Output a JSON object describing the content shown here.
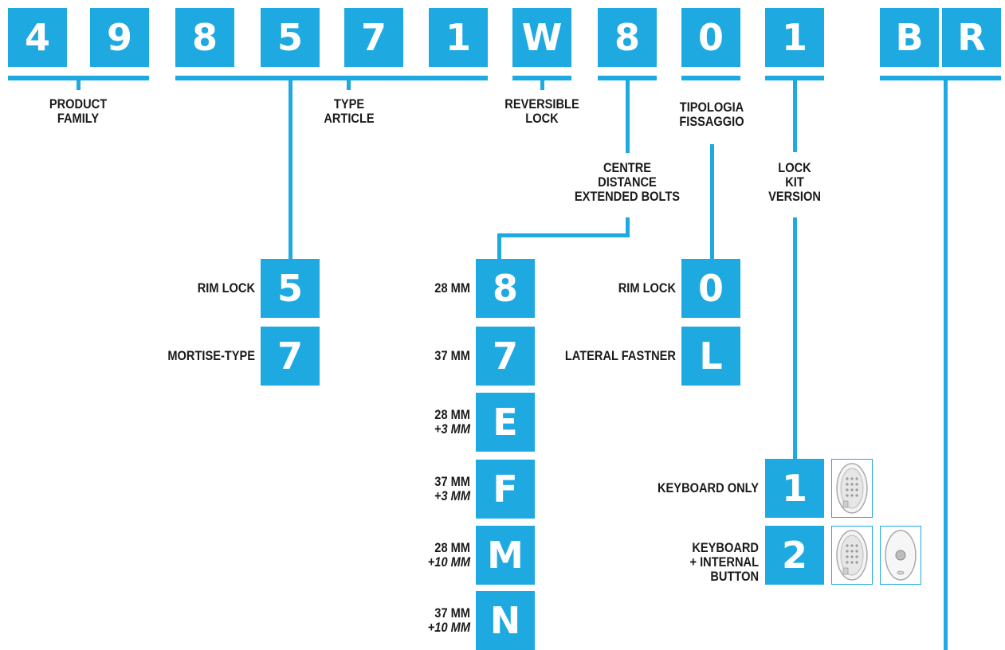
{
  "code": {
    "chars": [
      "4",
      "9",
      "8",
      "5",
      "7",
      "1",
      "W",
      "8",
      "0",
      "1",
      "B",
      "R"
    ]
  },
  "segments": {
    "product_family": [
      "PRODUCT",
      "FAMILY"
    ],
    "type_article": [
      "TYPE",
      "ARTICLE"
    ],
    "reversible_lock": [
      "REVERSIBLE",
      "LOCK"
    ],
    "centre_distance": [
      "CENTRE",
      "DISTANCE",
      "EXTENDED BOLTS"
    ],
    "tipologia": [
      "TIPOLOGIA",
      "FISSAGGIO"
    ],
    "lock_kit": [
      "LOCK",
      "KIT",
      "VERSION"
    ]
  },
  "type_options": [
    {
      "code": "5",
      "label": "RIM LOCK"
    },
    {
      "code": "7",
      "label": "MORTISE-TYPE"
    }
  ],
  "distance_options": [
    {
      "code": "8",
      "label": "28 MM",
      "extra": ""
    },
    {
      "code": "7",
      "label": "37 MM",
      "extra": ""
    },
    {
      "code": "E",
      "label": "28 MM",
      "extra": "+3 MM"
    },
    {
      "code": "F",
      "label": "37 MM",
      "extra": "+3 MM"
    },
    {
      "code": "M",
      "label": "28 MM",
      "extra": "+10 MM"
    },
    {
      "code": "N",
      "label": "37 MM",
      "extra": "+10 MM"
    }
  ],
  "fixing_options": [
    {
      "code": "0",
      "label": "RIM LOCK"
    },
    {
      "code": "L",
      "label": "LATERAL FASTNER"
    }
  ],
  "kit_options": [
    {
      "code": "1",
      "label": [
        "KEYBOARD ONLY"
      ]
    },
    {
      "code": "2",
      "label": [
        "KEYBOARD",
        "+ INTERNAL BUTTON"
      ]
    }
  ],
  "icons": [
    "keypad-device-icon",
    "internal-button-device-icon"
  ],
  "colors": {
    "accent": "#1fa9e1",
    "text": "#1a1a1a"
  }
}
